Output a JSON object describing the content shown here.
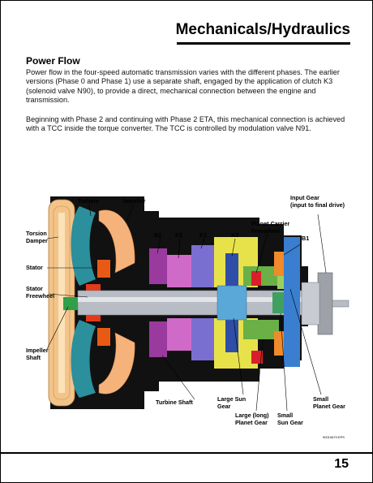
{
  "header": {
    "title": "Mechanicals/Hydraulics"
  },
  "section": {
    "title": "Power Flow",
    "paragraphs": [
      "Power flow in the four-speed automatic transmission varies with the different phases. The earlier versions (Phase 0 and Phase 1) use a separate shaft, engaged by the application of clutch K3 (solenoid valve N90), to provide a direct, mechanical connection between the engine and transmission.",
      "Beginning with Phase 2 and continuing with Phase 2 ETA, this mechanical connection is achieved with a TCC inside the torque converter. The TCC is controlled by modulation valve N91."
    ]
  },
  "diagram": {
    "labels": {
      "turbine": "Turbine",
      "impeller": "Impeller",
      "torsion_damper_1": "Torsion",
      "torsion_damper_2": "Damper",
      "stator": "Stator",
      "stator_freewheel_1": "Stator",
      "stator_freewheel_2": "Freewheel",
      "impeller_shaft_1": "Impeller",
      "impeller_shaft_2": "Shaft",
      "b2": "B2",
      "k2": "K2",
      "k1": "K1",
      "k3": "K3",
      "b1": "B1",
      "planet_carrier_1": "Planet Carrier",
      "planet_carrier_2": "Freewheel",
      "input_gear_1": "Input Gear",
      "input_gear_2": "(input to final drive)",
      "turbine_shaft": "Turbine Shaft",
      "large_sun_1": "Large Sun",
      "large_sun_2": "Gear",
      "large_planet_1": "Large (long)",
      "large_planet_2": "Planet Gear",
      "small_sun_1": "Small",
      "small_sun_2": "Sun Gear",
      "small_planet_1": "Small",
      "small_planet_2": "Planet Gear",
      "eps": "90010670.EPS"
    }
  },
  "footer": {
    "page_number": "15"
  },
  "colors": {
    "torsion_damper": "#f3c48a",
    "turbine": "#2c8f9c",
    "impeller": "#f5b27a",
    "stator": "#e85a14",
    "shaft": "#b8bcc4",
    "b2": "#9b3a9e",
    "k2": "#d06ac8",
    "k1": "#7a6ed0",
    "k3": "#2f4ea8",
    "planet_carrier": "#e8e24a",
    "red_parts": "#d8202a",
    "input_gear": "#3a7ed0",
    "housing": "#111111"
  }
}
